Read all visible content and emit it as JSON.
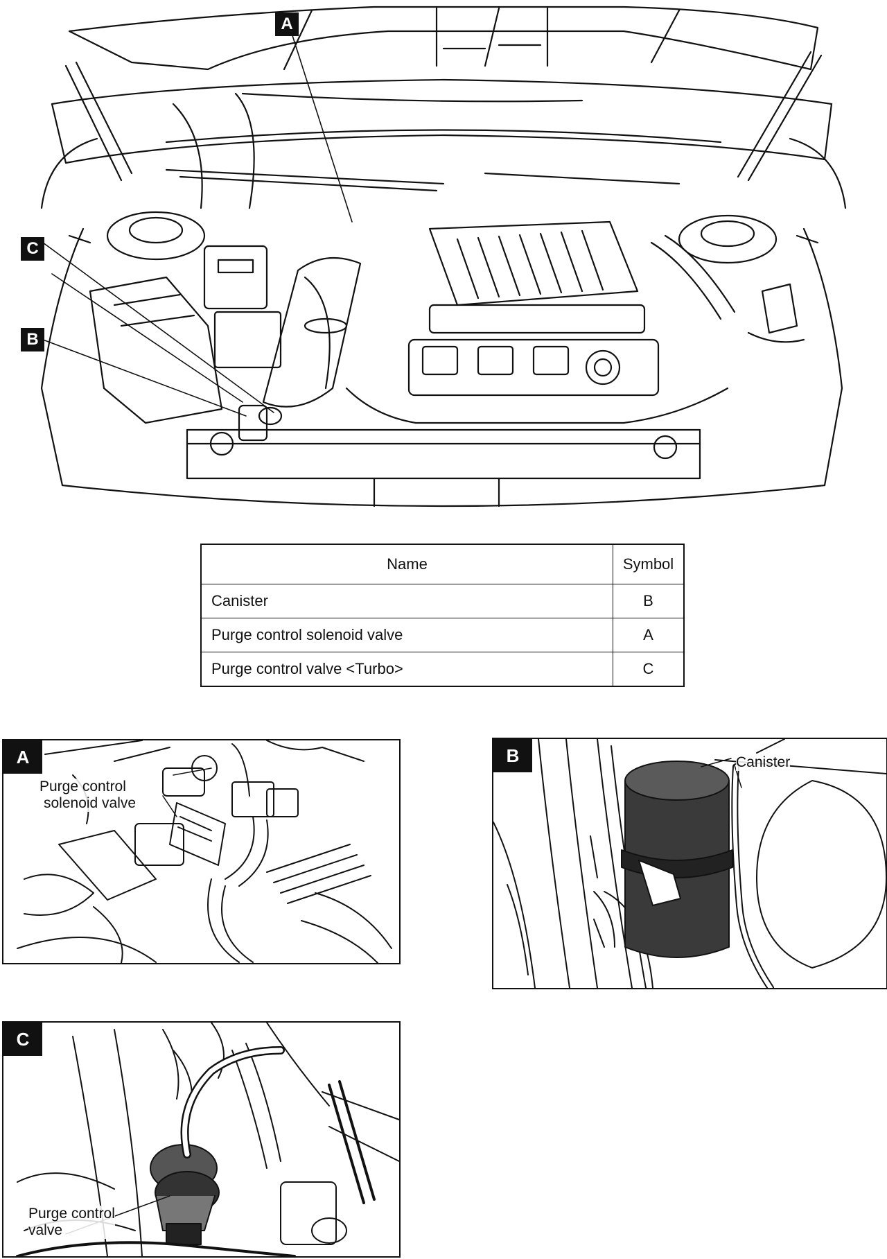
{
  "callouts": {
    "a": "A",
    "b": "B",
    "c": "C"
  },
  "table": {
    "headers": {
      "name": "Name",
      "symbol": "Symbol"
    },
    "rows": [
      {
        "name": "Canister",
        "symbol": "B"
      },
      {
        "name": "Purge control solenoid valve",
        "symbol": "A"
      },
      {
        "name": "Purge control valve <Turbo>",
        "symbol": "C"
      }
    ]
  },
  "panels": {
    "a": {
      "tag": "A",
      "label_line1": "Purge control",
      "label_line2": "solenoid valve"
    },
    "b": {
      "tag": "B",
      "label": "Canister"
    },
    "c": {
      "tag": "C",
      "label_line1": "Purge control",
      "label_line2": "valve"
    }
  }
}
